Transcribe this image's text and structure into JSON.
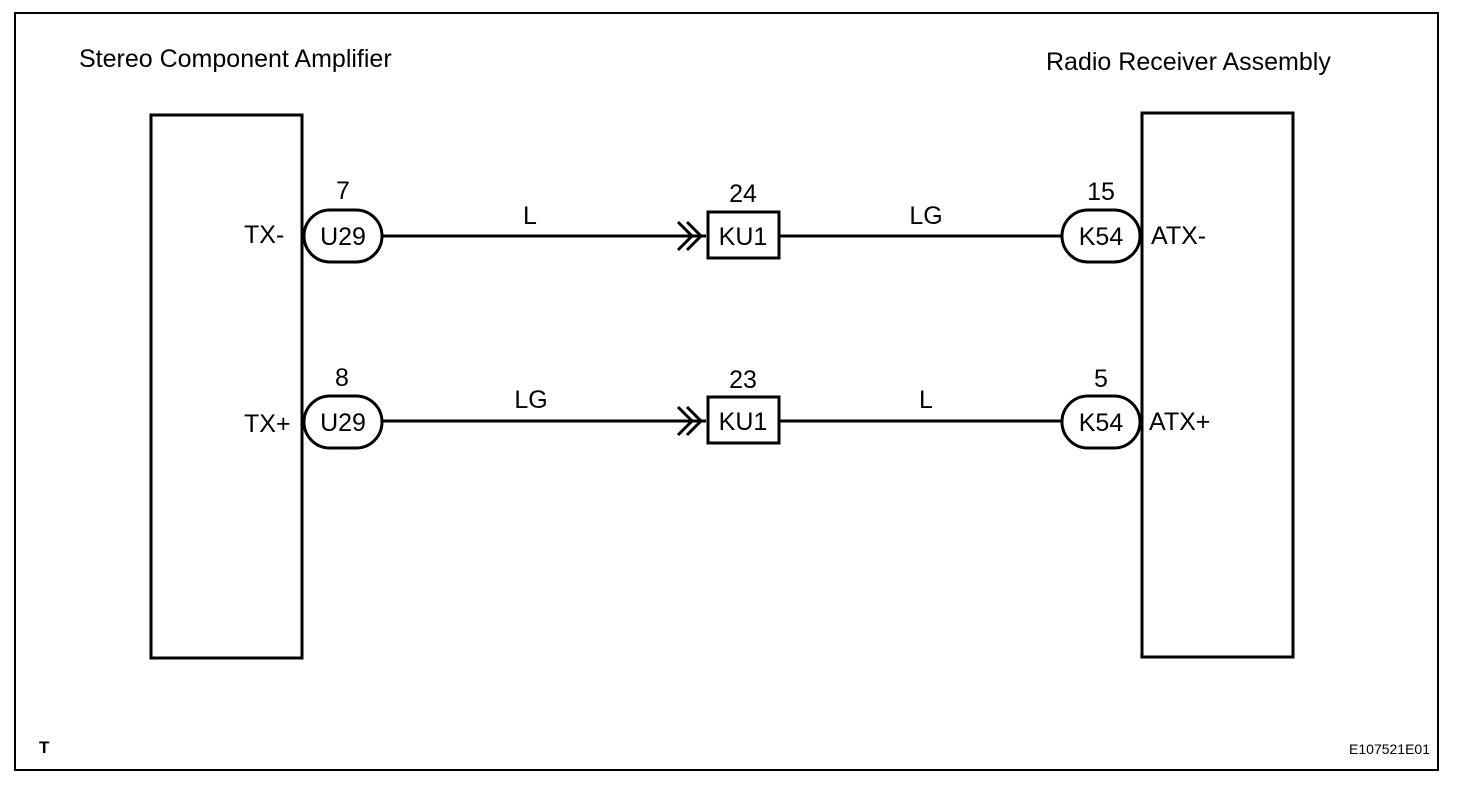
{
  "components": {
    "left": {
      "title": "Stereo Component Amplifier"
    },
    "right": {
      "title": "Radio Receiver Assembly"
    }
  },
  "circuits": [
    {
      "left_terminal": "TX-",
      "left_pin": "7",
      "left_connector": "U29",
      "left_wire_color": "L",
      "junction_pin": "24",
      "junction_connector": "KU1",
      "right_wire_color": "LG",
      "right_pin": "15",
      "right_connector": "K54",
      "right_terminal": "ATX-"
    },
    {
      "left_terminal": "TX+",
      "left_pin": "8",
      "left_connector": "U29",
      "left_wire_color": "LG",
      "junction_pin": "23",
      "junction_connector": "KU1",
      "right_wire_color": "L",
      "right_pin": "5",
      "right_connector": "K54",
      "right_terminal": "ATX+"
    }
  ],
  "footer": {
    "corner_mark": "T",
    "figure_id": "E107521E01"
  },
  "colors": {
    "line": "#000000",
    "background": "#ffffff"
  }
}
